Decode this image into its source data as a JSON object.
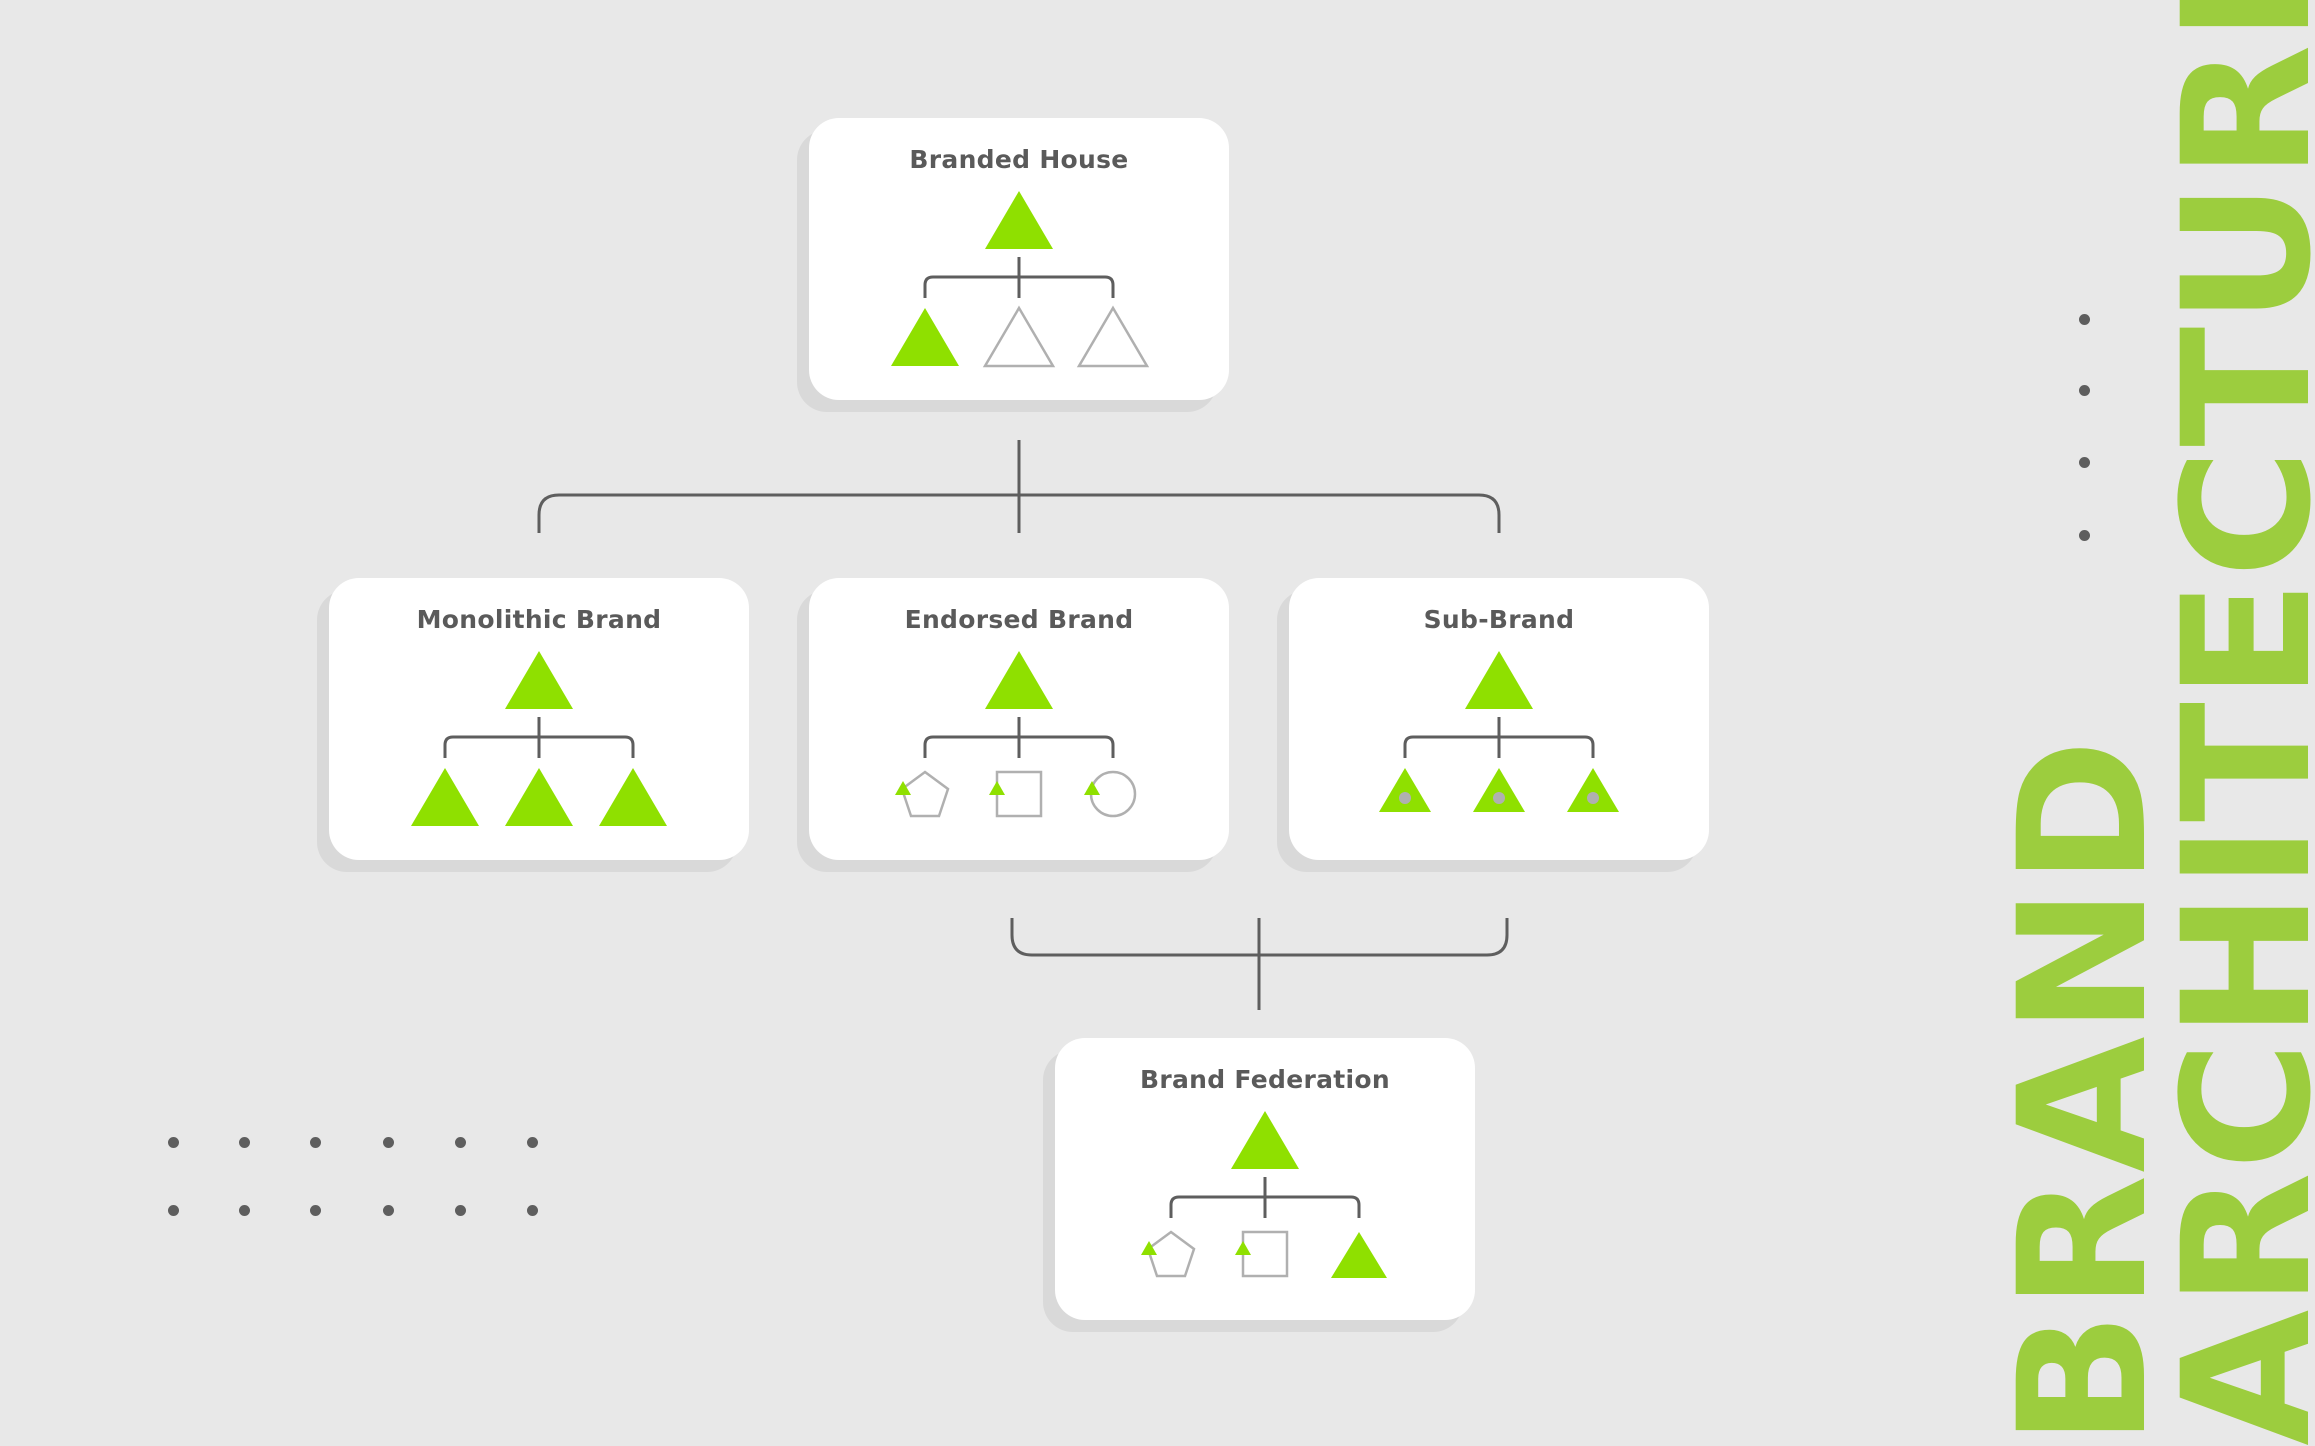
{
  "colors": {
    "accent": "#8fe000",
    "title_accent": "#9ccd3e",
    "line": "#5e5e5e",
    "outline": "#b0b0b0",
    "card": "#ffffff",
    "background": "#e8e8e8"
  },
  "title": {
    "line1": "BRAND",
    "line2": "ARCHITECTURE"
  },
  "models": {
    "branded_house": {
      "title": "Branded House",
      "icon": "triangle-hierarchy-icon"
    },
    "monolithic": {
      "title": "Monolithic Brand",
      "icon": "triangle-hierarchy-icon"
    },
    "endorsed": {
      "title": "Endorsed Brand",
      "icon": "endorsed-shapes-icon"
    },
    "sub_brand": {
      "title": "Sub-Brand",
      "icon": "sub-brand-triangles-icon"
    },
    "federation": {
      "title": "Brand Federation",
      "icon": "federation-shapes-icon"
    }
  }
}
